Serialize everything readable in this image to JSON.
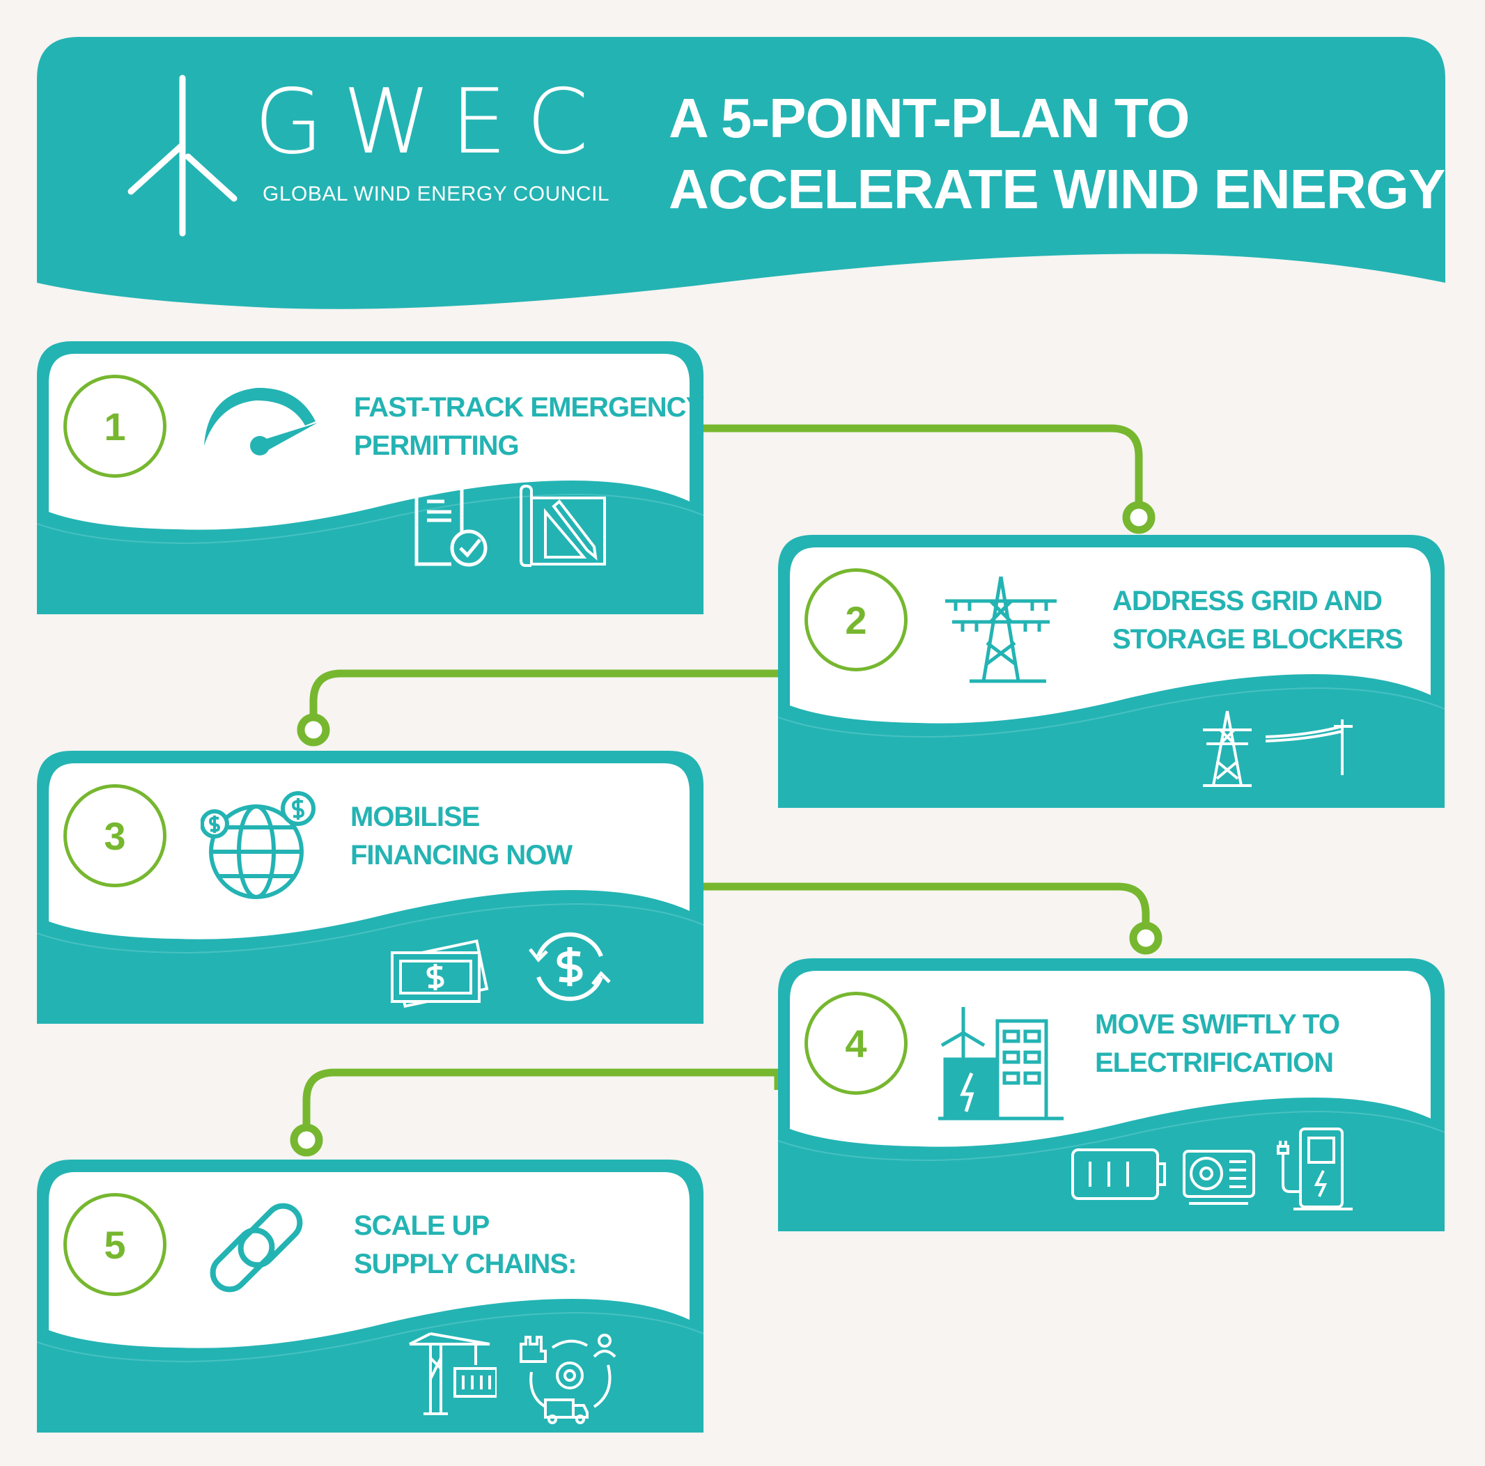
{
  "header": {
    "logo_text": "GWEC",
    "logo_subtitle": "GLOBAL WIND ENERGY COUNCIL",
    "title_line1": "A 5-POINT-PLAN TO",
    "title_line2": "ACCELERATE WIND ENERGY"
  },
  "colors": {
    "teal": "#24b3b3",
    "green": "#76b72f",
    "background": "#f7f4f1"
  },
  "cards": [
    {
      "number": "1",
      "line1": "FAST-TRACK EMERGENCY",
      "line2": "PERMITTING",
      "main_icon": "speedometer-icon",
      "footer_icons": [
        "document-check-icon",
        "blueprint-icon"
      ]
    },
    {
      "number": "2",
      "line1": "ADDRESS GRID AND",
      "line2": "STORAGE BLOCKERS",
      "main_icon": "transmission-tower-icon",
      "footer_icons": [
        "pylon-icon",
        "power-line-icon"
      ]
    },
    {
      "number": "3",
      "line1": "MOBILISE",
      "line2": "FINANCING NOW",
      "main_icon": "globe-dollar-icon",
      "footer_icons": [
        "banknotes-icon",
        "dollar-cycle-icon"
      ]
    },
    {
      "number": "4",
      "line1": "MOVE SWIFTLY TO",
      "line2": "ELECTRIFICATION",
      "main_icon": "wind-building-icon",
      "footer_icons": [
        "battery-icon",
        "heat-pump-icon",
        "ev-charger-icon"
      ]
    },
    {
      "number": "5",
      "line1": "SCALE UP",
      "line2": "SUPPLY CHAINS:",
      "main_icon": "chain-link-icon",
      "footer_icons": [
        "crane-container-icon",
        "supply-cycle-icon"
      ]
    }
  ]
}
